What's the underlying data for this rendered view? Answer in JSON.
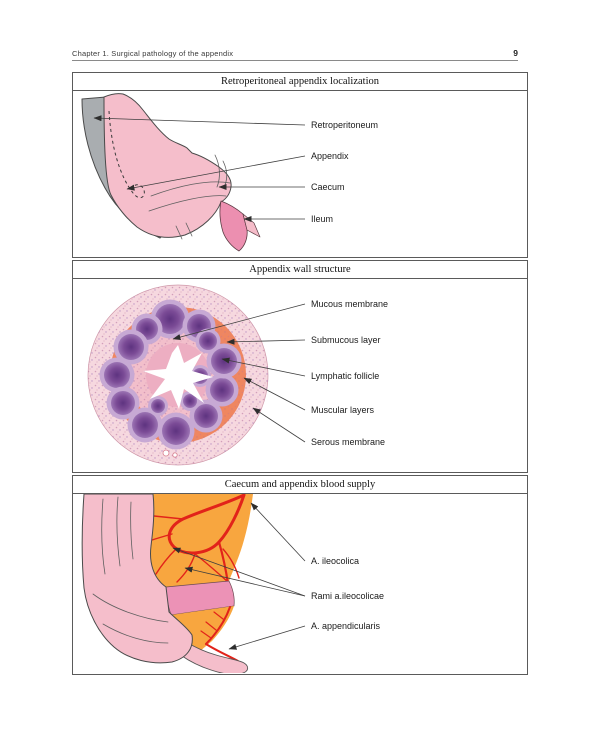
{
  "page": {
    "running_header": "Chapter 1. Surgical pathology of the appendix",
    "page_number": "9"
  },
  "figures": [
    {
      "title": "Retroperitoneal appendix localization",
      "labels": [
        {
          "text": "Retroperitoneum",
          "target": "gray retroperitoneal band, upper left"
        },
        {
          "text": "Appendix",
          "target": "dashed retrocaecal appendix outline"
        },
        {
          "text": "Caecum",
          "target": "pink caecum body"
        },
        {
          "text": "Ileum",
          "target": "rose ileum segment, lower right"
        }
      ]
    },
    {
      "title": "Appendix wall structure",
      "labels": [
        {
          "text": "Mucous membrane",
          "target": "inner mucosa between follicles"
        },
        {
          "text": "Submucous layer",
          "target": "pale ring inside muscular coat"
        },
        {
          "text": "Lymphatic follicle",
          "target": "purple follicle"
        },
        {
          "text": "Muscular layers",
          "target": "salmon muscular ring"
        },
        {
          "text": "Serous membrane",
          "target": "outer speckled ring"
        }
      ]
    },
    {
      "title": "Caecum and appendix blood supply",
      "labels": [
        {
          "text": "A. ileocolica",
          "target": "main artery trunk, top right"
        },
        {
          "text": "Rami a.ileocolicae",
          "target": "arterial branches in mesentery"
        },
        {
          "text": "A. appendicularis",
          "target": "artery along appendix"
        }
      ]
    }
  ],
  "colors": {
    "line_art": "#4a4a4a",
    "pink_bowel": "#F5BECB",
    "rose_ileum": "#EC8FB0",
    "gray_retroperitoneum": "#A9ADB0",
    "orange_mesentery": "#F8A63F",
    "artery_red": "#E2231A",
    "salmon_muscular": "#EF8660",
    "purple_follicle": "#7C4B94",
    "serosa_pink": "#F6D8DF",
    "submucosa_pink": "#F2BFCB"
  }
}
